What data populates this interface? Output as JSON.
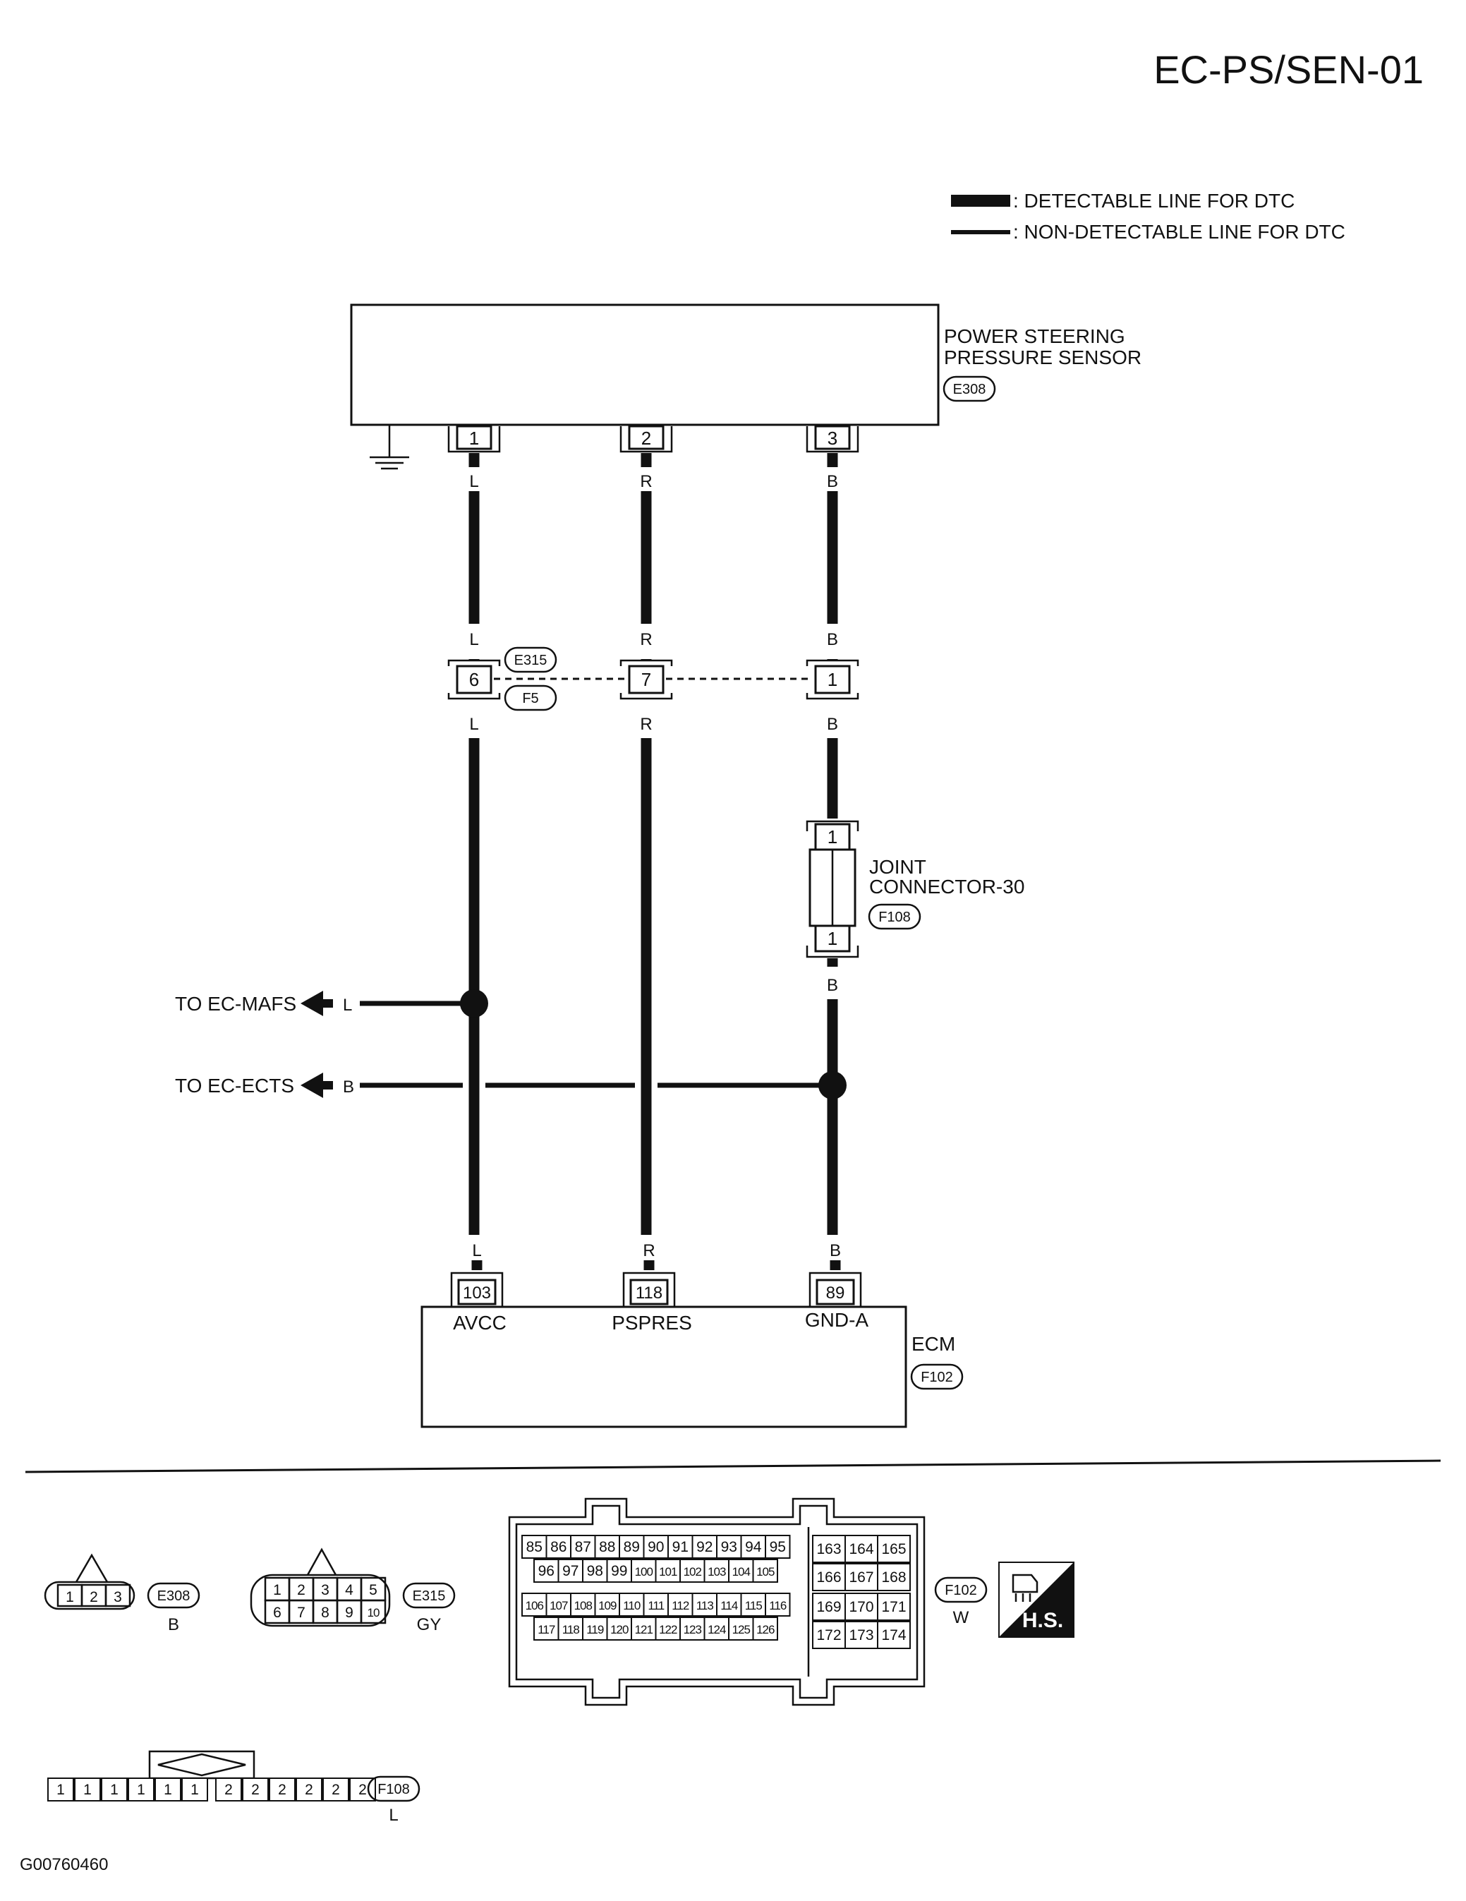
{
  "page_title": "EC-PS/SEN-01",
  "figure_code": "G00760460",
  "legend": {
    "detectable": ": DETECTABLE LINE FOR DTC",
    "non_detectable": ": NON-DETECTABLE LINE FOR DTC"
  },
  "sensor": {
    "name_line1": "POWER STEERING",
    "name_line2": "PRESSURE SENSOR",
    "connector": "E308",
    "pins": [
      "1",
      "2",
      "3"
    ]
  },
  "inline_connector": {
    "top_tag": "E315",
    "bottom_tag": "F5",
    "pins": [
      "6",
      "7",
      "1"
    ]
  },
  "joint_connector": {
    "name_line1": "JOINT",
    "name_line2": "CONNECTOR-30",
    "connector": "F108",
    "top_pin": "1",
    "bottom_pin": "1"
  },
  "wire_colors": {
    "w1_top": "L",
    "w1_upper": "L",
    "w1_lower": "L",
    "w1_bottom": "L",
    "w2_top": "R",
    "w2_upper": "R",
    "w2_lower": "R",
    "w2_bottom": "R",
    "w3_top": "B",
    "w3_upper": "B",
    "w3_lower": "B",
    "w3_joint_out": "B",
    "w3_bottom": "B"
  },
  "branches": {
    "mafs_text": "TO EC-MAFS",
    "mafs_color": "L",
    "ects_text": "TO EC-ECTS",
    "ects_color": "B"
  },
  "ecm": {
    "name": "ECM",
    "connector": "F102",
    "pins": [
      "103",
      "118",
      "89"
    ],
    "terminals": [
      "AVCC",
      "PSPRES",
      "GND-A"
    ]
  },
  "face_views": {
    "e308": {
      "tag": "E308",
      "color": "B",
      "cavities": [
        "1",
        "2",
        "3"
      ]
    },
    "e315": {
      "tag": "E315",
      "color": "GY",
      "row1": [
        "1",
        "2",
        "3",
        "4",
        "5"
      ],
      "row2": [
        "6",
        "7",
        "8",
        "9",
        "10"
      ]
    },
    "f102": {
      "tag": "F102",
      "color": "W",
      "left_row1": [
        "85",
        "86",
        "87",
        "88",
        "89",
        "90",
        "91",
        "92",
        "93",
        "94",
        "95"
      ],
      "left_row2": [
        "96",
        "97",
        "98",
        "99",
        "100",
        "101",
        "102",
        "103",
        "104",
        "105"
      ],
      "left_row3": [
        "106",
        "107",
        "108",
        "109",
        "110",
        "111",
        "112",
        "113",
        "114",
        "115",
        "116"
      ],
      "left_row4": [
        "117",
        "118",
        "119",
        "120",
        "121",
        "122",
        "123",
        "124",
        "125",
        "126"
      ],
      "right_rows": [
        [
          "163",
          "164",
          "165"
        ],
        [
          "166",
          "167",
          "168"
        ],
        [
          "169",
          "170",
          "171"
        ],
        [
          "172",
          "173",
          "174"
        ]
      ],
      "hs_label": "H.S."
    },
    "f108": {
      "tag": "F108",
      "color": "L",
      "cavities": [
        "1",
        "1",
        "1",
        "1",
        "1",
        "1",
        "2",
        "2",
        "2",
        "2",
        "2",
        "2"
      ]
    }
  }
}
